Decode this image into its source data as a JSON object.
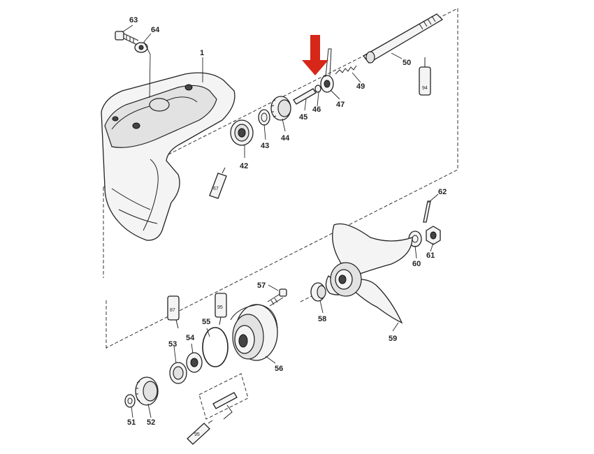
{
  "labels": {
    "p1": "1",
    "p42": "42",
    "p43": "43",
    "p44": "44",
    "p45": "45",
    "p46": "46",
    "p47": "47",
    "p49": "49",
    "p50": "50",
    "p51": "51",
    "p52": "52",
    "p53": "53",
    "p54": "54",
    "p55": "55",
    "p56": "56",
    "p57": "57",
    "p58": "58",
    "p59": "59",
    "p60": "60",
    "p61": "61",
    "p62": "62",
    "p63": "63",
    "p64": "64"
  },
  "tubes": {
    "t94": "94",
    "t67": "67",
    "t87": "87",
    "t95": "95",
    "t95b": "95"
  },
  "colors": {
    "arrow": "#d62718",
    "line": "#222222"
  }
}
